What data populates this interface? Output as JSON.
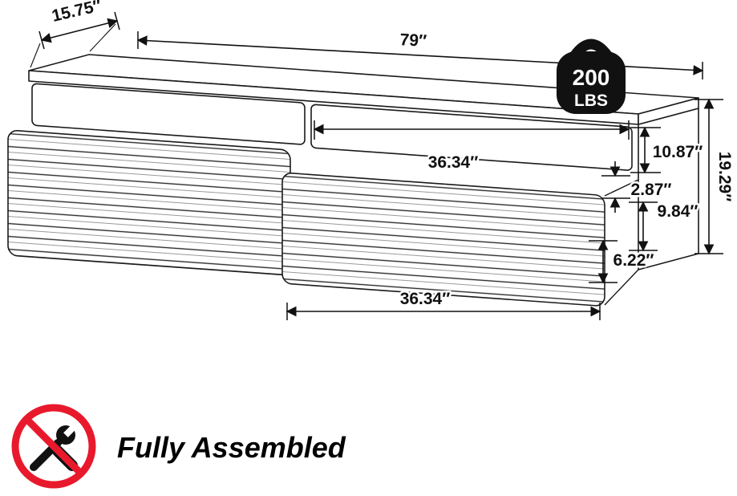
{
  "dimensions": {
    "depth": "15.75″",
    "width": "79″",
    "upper_drawer_width": "36.34″",
    "upper_section_height": "10.87″",
    "tier_gap": "2.87″",
    "lower_section_height": "9.84″",
    "drawer_front_height": "6.22″",
    "overall_height": "19.29″",
    "lower_drawer_width": "36.34″"
  },
  "weight": {
    "value": "200",
    "unit": "LBS"
  },
  "footer": {
    "label": "Fully Assembled"
  },
  "icons": {
    "weight": "weight-capacity-icon",
    "assembly": "no-tools-icon"
  },
  "colors": {
    "line": "#1a1a1a",
    "prohibition_red": "#e8192c",
    "background": "#ffffff"
  }
}
